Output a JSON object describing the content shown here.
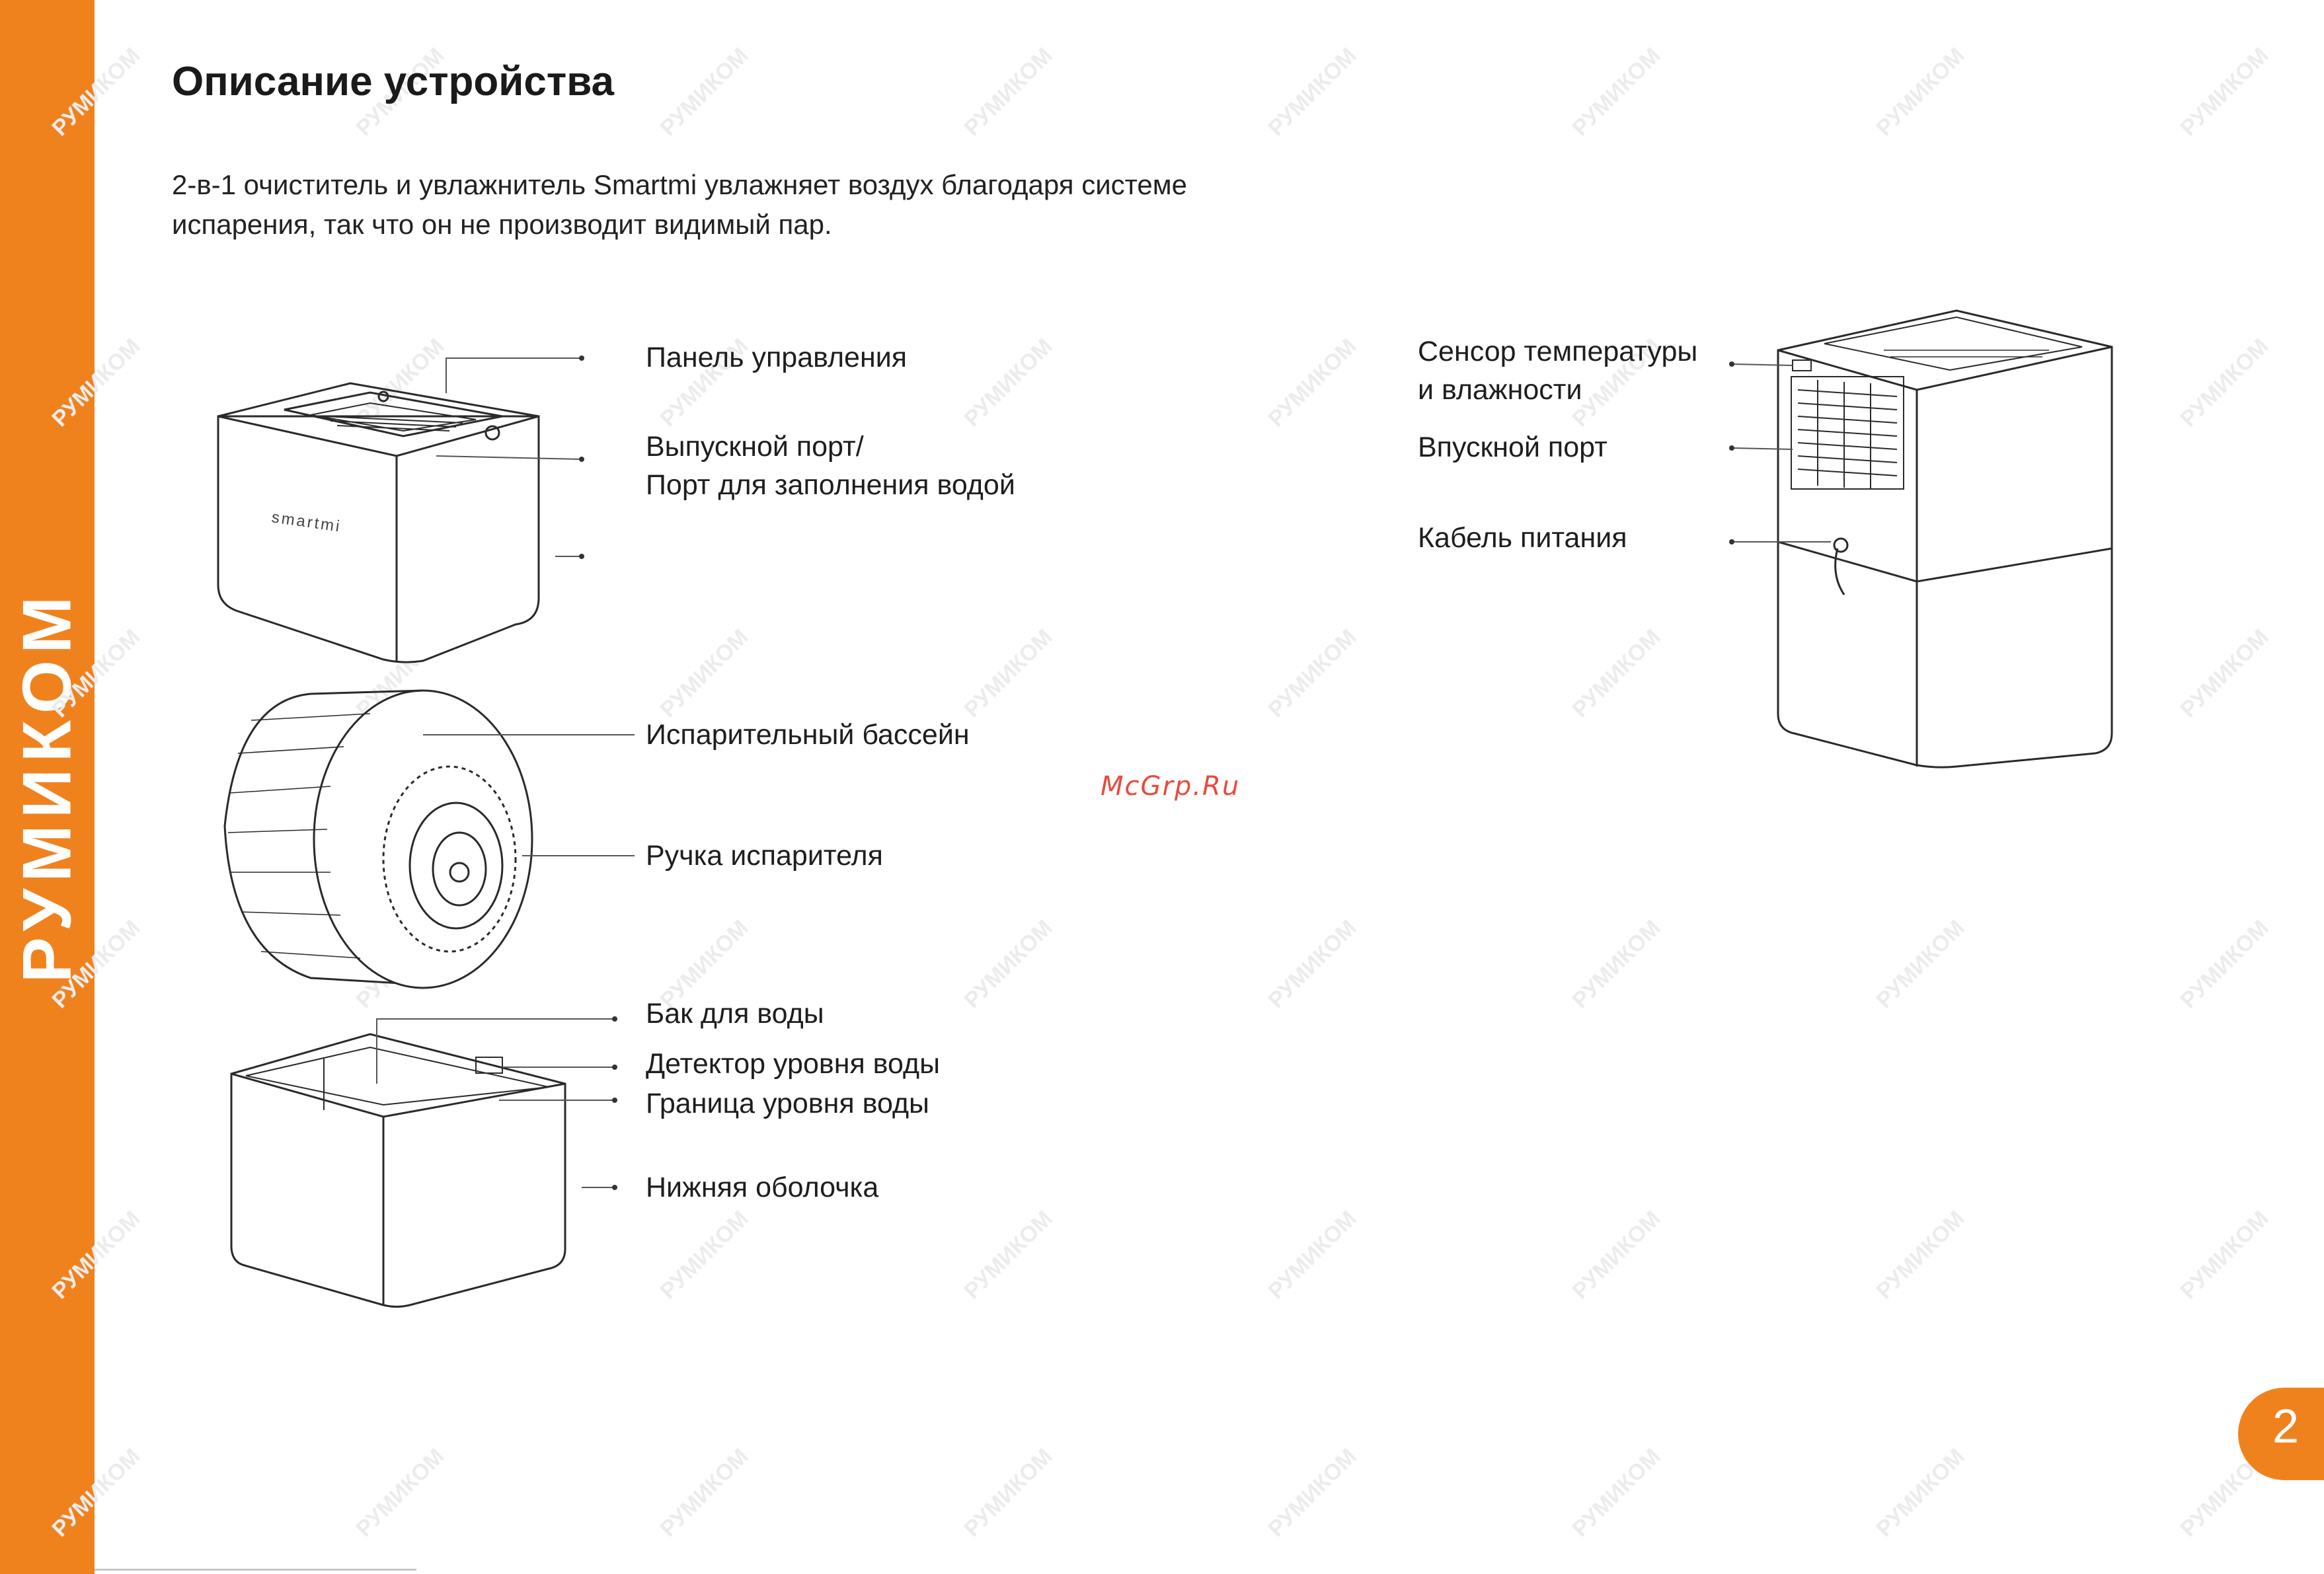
{
  "sidebar": {
    "brand": "РУМИКОМ",
    "color": "#f0821e"
  },
  "watermark_text": "РУМИКОМ",
  "title": "Описание устройства",
  "intro": "2-в-1 очиститель и увлажнитель Smartmi увлажняет воздух благодаря системе испарения, так что он не производит видимый пар.",
  "device_logo": "smartmi",
  "labels": {
    "control_panel": "Панель управления",
    "outlet_port_1": "Выпускной порт/",
    "outlet_port_2": "Порт для заполнения водой",
    "evaporator_pool": "Испарительный бассейн",
    "evaporator_handle": "Ручка испарителя",
    "water_tank": "Бак для воды",
    "water_level_detector": "Детектор уровня воды",
    "water_level_limit": "Граница уровня воды",
    "bottom_shell": "Нижняя оболочка",
    "sensor_1": "Сенсор температуры",
    "sensor_2": "и влажности",
    "inlet_port": "Впускной порт",
    "power_cable": "Кабель питания"
  },
  "external_watermark": "McGrp.Ru",
  "page_number": "2"
}
